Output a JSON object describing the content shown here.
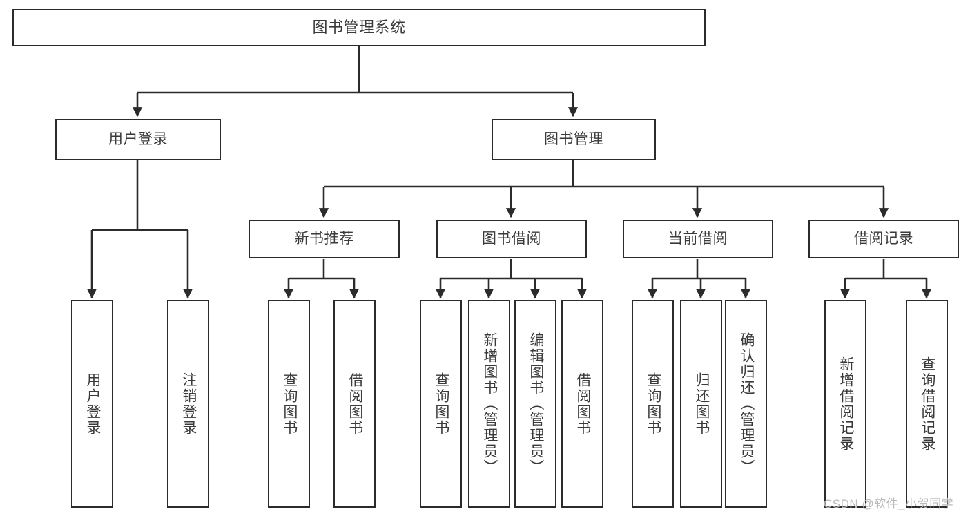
{
  "diagram": {
    "title": "图书管理系统",
    "type": "tree-hierarchy-diagram",
    "colors": {
      "stroke": "#2b2b2b",
      "text": "#3a3a3a",
      "background": "#ffffff",
      "watermark": "#b9b9b9"
    },
    "root": {
      "label": "图书管理系统"
    },
    "level1": [
      {
        "label": "用户登录"
      },
      {
        "label": "图书管理"
      }
    ],
    "level2": [
      {
        "label": "新书推荐"
      },
      {
        "label": "图书借阅"
      },
      {
        "label": "当前借阅"
      },
      {
        "label": "借阅记录"
      }
    ],
    "leaves": {
      "user_login": [
        {
          "label": "用户登录"
        },
        {
          "label": "注销登录"
        }
      ],
      "new_book_recommend": [
        {
          "label": "查询图书"
        },
        {
          "label": "借阅图书"
        }
      ],
      "book_borrow": [
        {
          "label": "查询图书"
        },
        {
          "label": "新增图书（管理员）"
        },
        {
          "label": "编辑图书（管理员）"
        },
        {
          "label": "借阅图书"
        }
      ],
      "current_borrow": [
        {
          "label": "查询图书"
        },
        {
          "label": "归还图书"
        },
        {
          "label": "确认归还（管理员）"
        }
      ],
      "borrow_record": [
        {
          "label": "新增借阅记录"
        },
        {
          "label": "查询借阅记录"
        }
      ]
    }
  },
  "watermark": {
    "text": "CSDN @软件_小贺同学"
  }
}
